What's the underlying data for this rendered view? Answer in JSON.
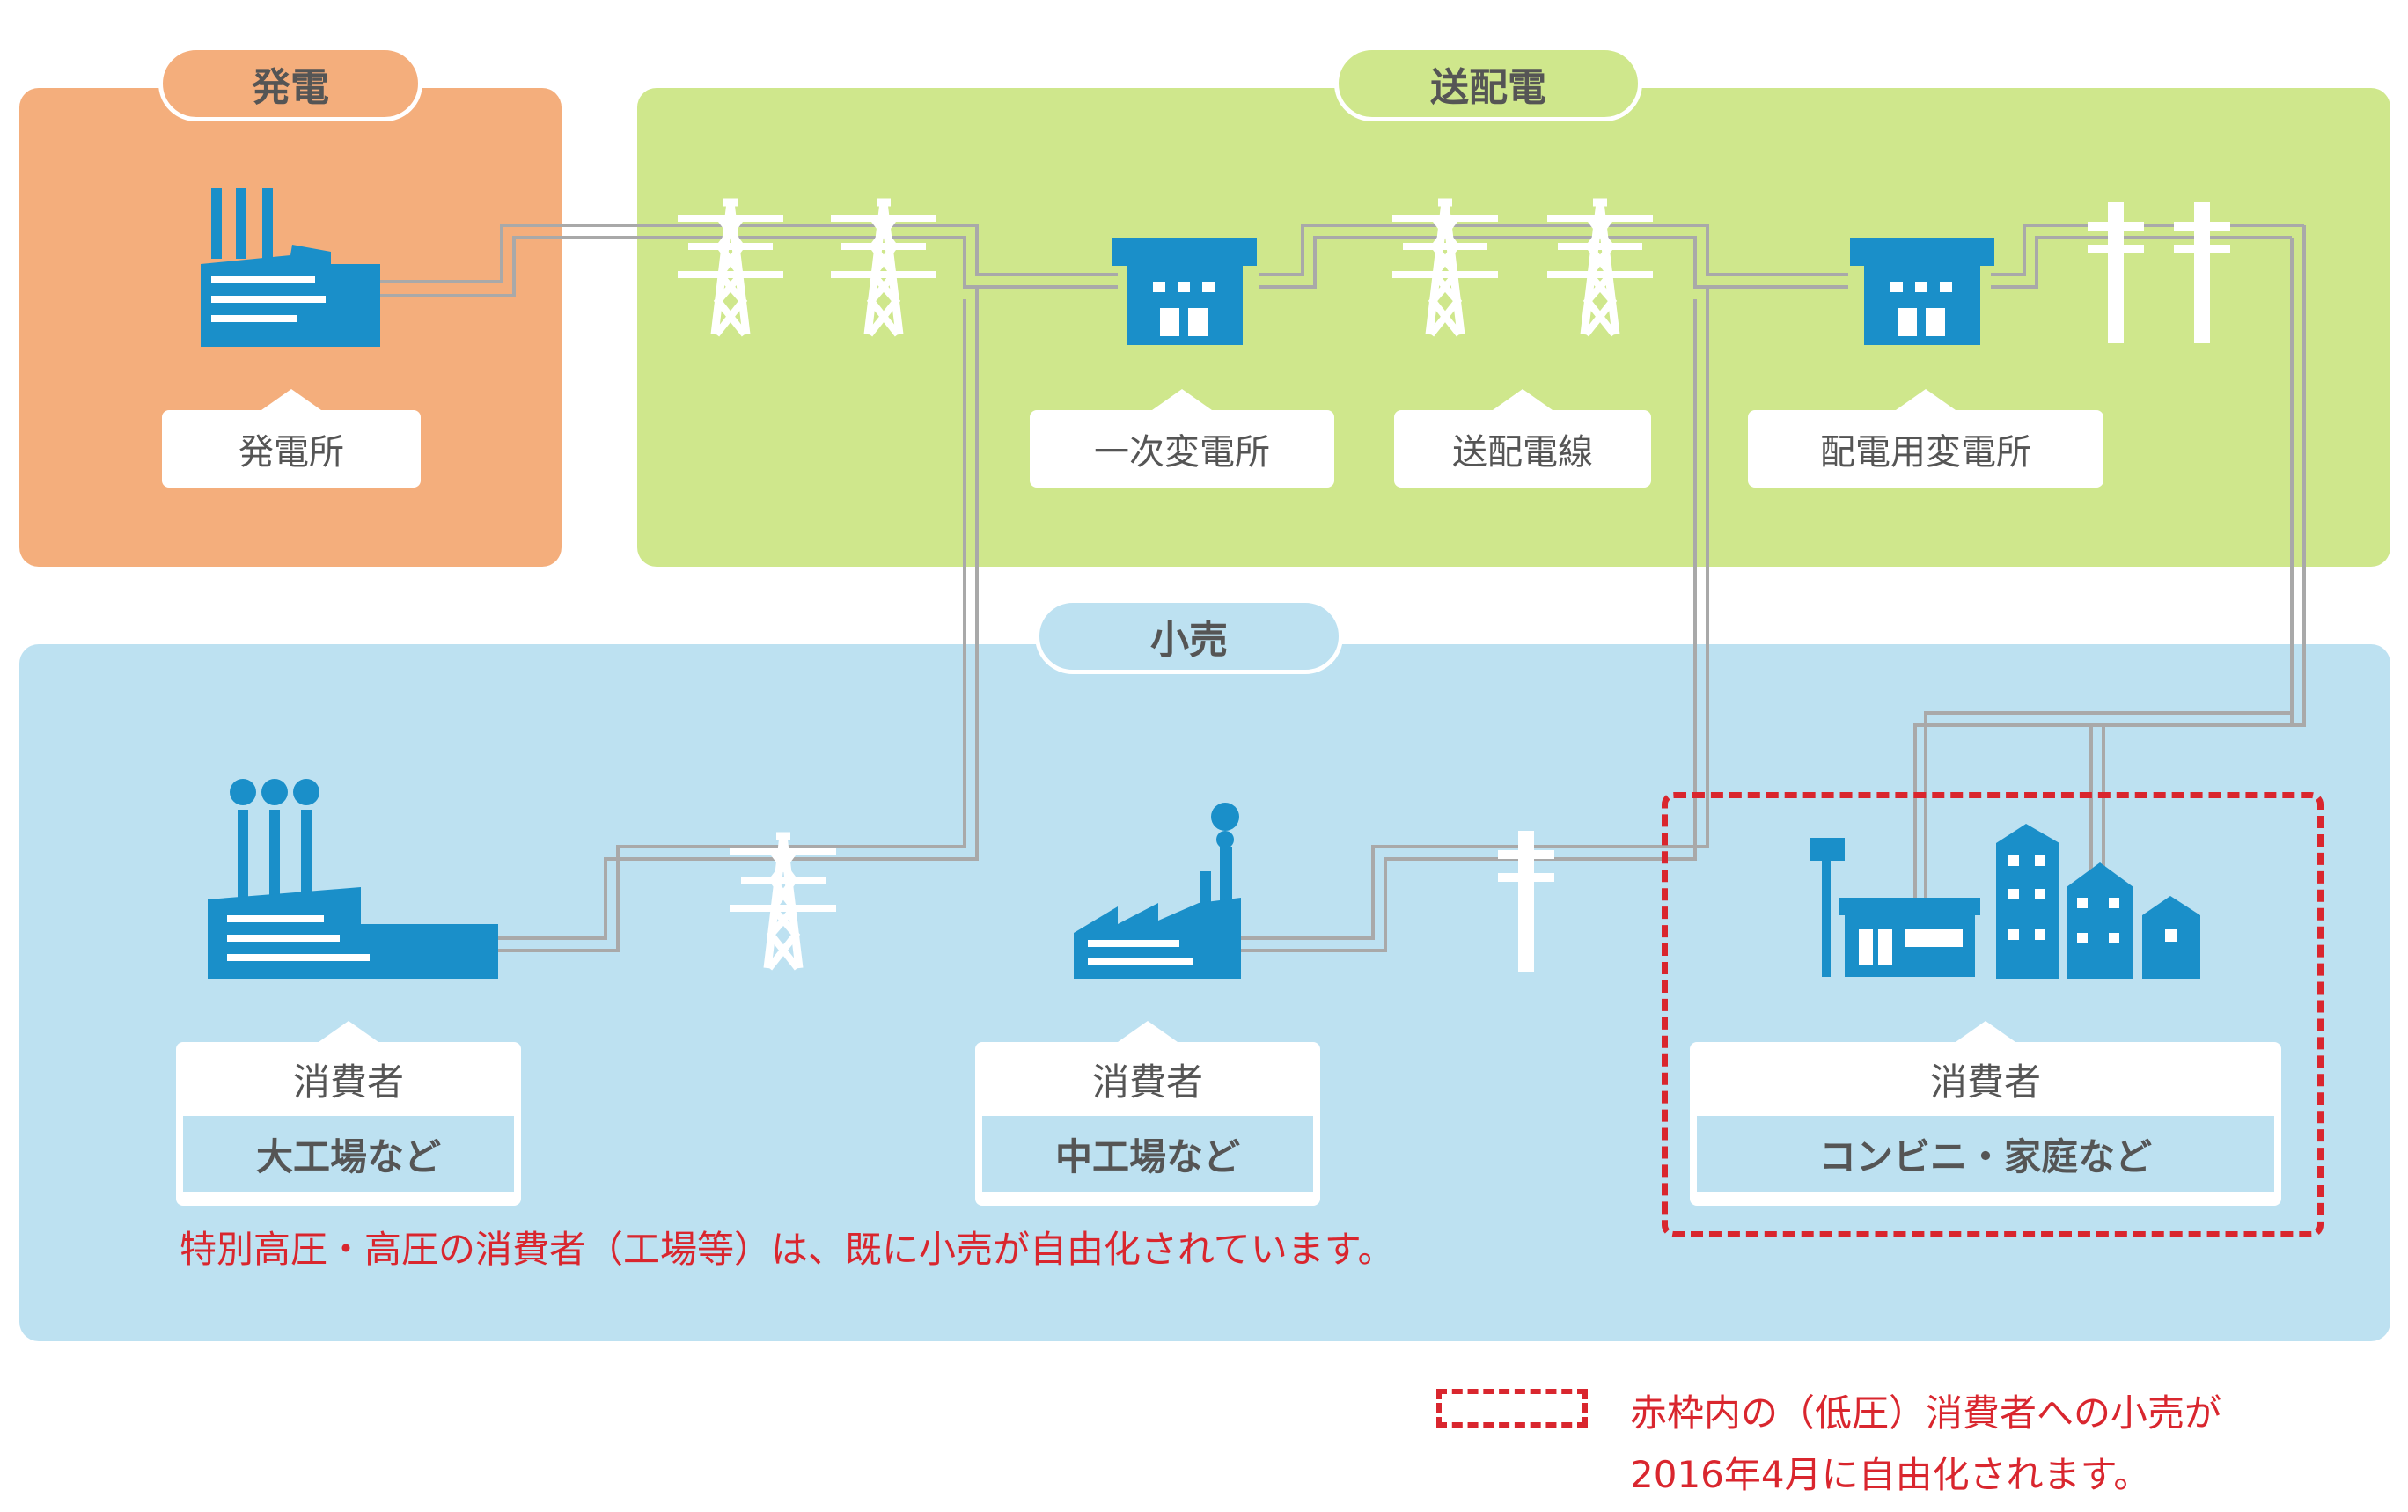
{
  "sections": {
    "generation": "発電",
    "transmission": "送配電",
    "retail": "小売"
  },
  "facilities": {
    "power_plant": "発電所",
    "primary_substation": "一次変電所",
    "lines": "送配電線",
    "distribution_substation": "配電用変電所"
  },
  "consumers": [
    {
      "title": "消費者",
      "type": "大工場など"
    },
    {
      "title": "消費者",
      "type": "中工場など"
    },
    {
      "title": "消費者",
      "type": "コンビニ・家庭など"
    }
  ],
  "notes": {
    "high_voltage": "特別高圧・高圧の消費者（工場等）は、既に小売が自由化されています。",
    "legend_line1": "赤枠内の（低圧）消費者への小売が",
    "legend_line2": "2016年4月に自由化されます。"
  },
  "colors": {
    "generation_bg": "#f4ae7c",
    "transmission_bg": "#cfe78c",
    "retail_bg": "#bde1f1",
    "icon_blue": "#1a8fc9",
    "highlight_red": "#d9262e"
  }
}
